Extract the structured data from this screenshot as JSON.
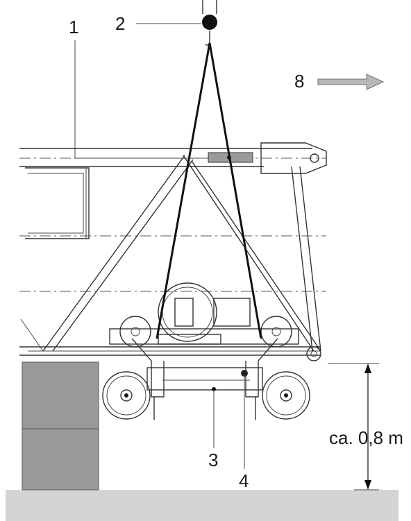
{
  "labels": {
    "l1": "1",
    "l2": "2",
    "l3": "3",
    "l4": "4",
    "l8": "8",
    "height": "ca. 0,8 m"
  },
  "colors": {
    "line": "#333333",
    "block": "#9a9a9a",
    "ground": "#d4d4d4",
    "arrow": "#b8b8b8",
    "hook_ball": "#111111"
  }
}
